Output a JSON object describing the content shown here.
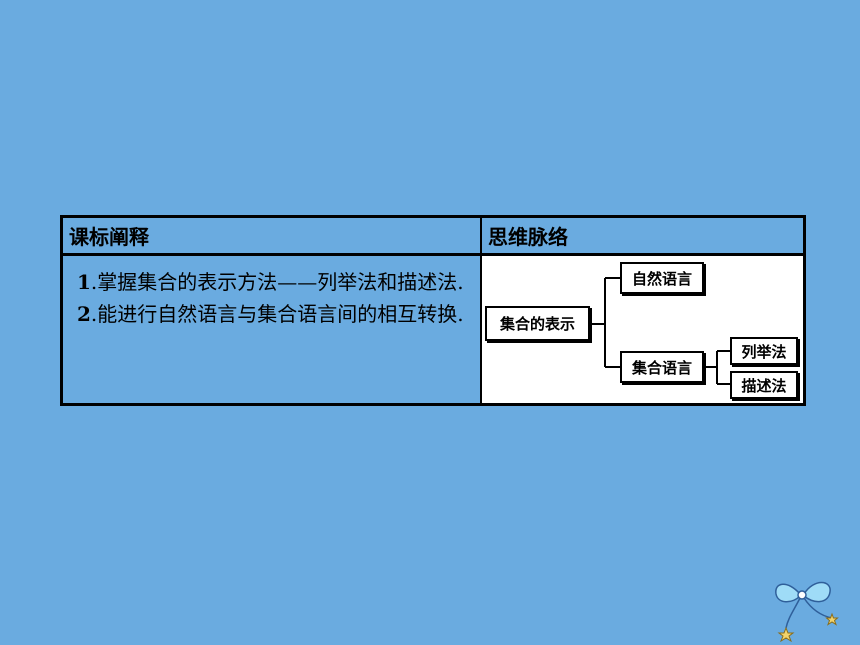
{
  "table": {
    "header_left": "课标阐释",
    "header_right": "思维脉络",
    "objectives": [
      {
        "num": "1",
        "text": ".掌握集合的表示方法——列举法和描述法."
      },
      {
        "num": "2",
        "text": ".能进行自然语言与集合语言间的相互转换."
      }
    ]
  },
  "mindmap": {
    "root": "集合的表示",
    "branch_1": "自然语言",
    "branch_2": "集合语言",
    "leaf_1": "列举法",
    "leaf_2": "描述法"
  },
  "colors": {
    "background": "#6aabe0",
    "border": "#000000",
    "diagram_bg": "#ffffff"
  },
  "decoration": {
    "icon": "ribbon-bow-icon"
  }
}
